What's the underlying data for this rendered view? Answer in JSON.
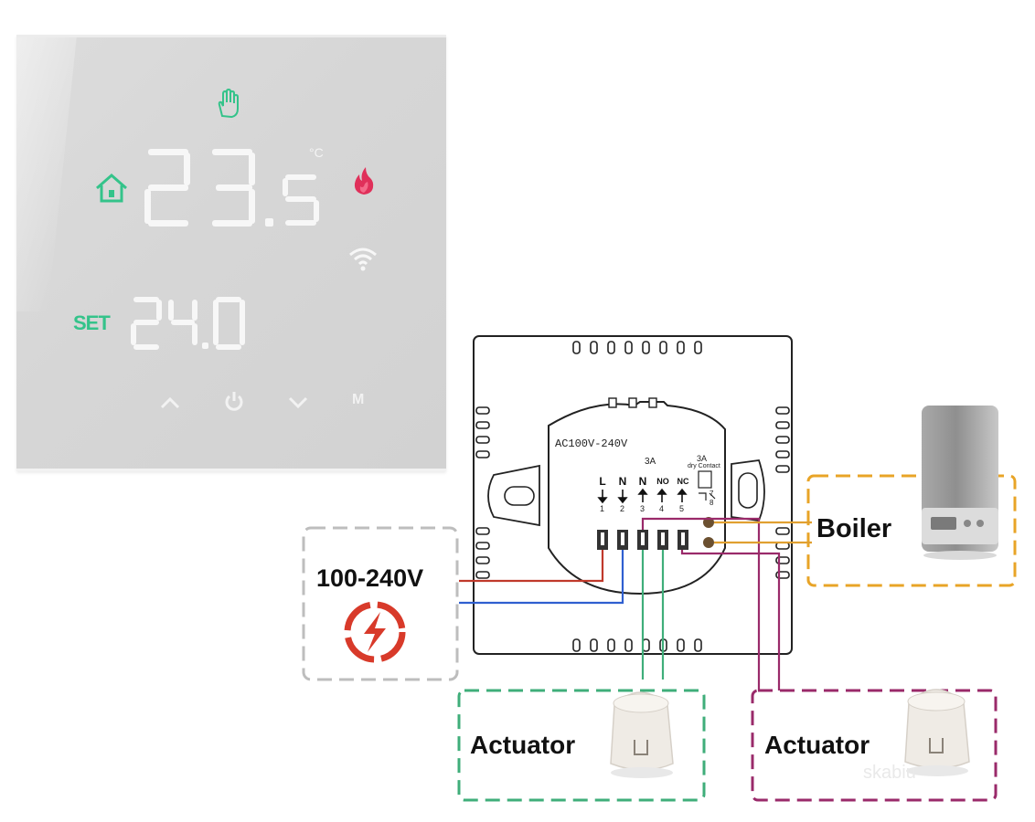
{
  "thermostat": {
    "current_temp": "23.5",
    "temp_unit": "°C",
    "set_label": "SET",
    "set_temp": "24.0",
    "mode_key": "M",
    "icons": [
      "hand-icon",
      "home-icon",
      "flame-icon",
      "wifi-icon",
      "up-arrow-icon",
      "power-icon",
      "down-arrow-icon"
    ]
  },
  "module": {
    "voltage_rating": "AC100V-240V",
    "current_rating": "3A",
    "dry_contact_rating": "3A",
    "dry_contact_label": "dry Contact",
    "terminals": [
      {
        "name": "L",
        "number": "1"
      },
      {
        "name": "N",
        "number": "2"
      },
      {
        "name": "N",
        "number": "3"
      },
      {
        "name": "NO",
        "number": "4"
      },
      {
        "name": "NC",
        "number": "5"
      }
    ],
    "dry_contact_numbers": [
      "7",
      "8"
    ]
  },
  "labels": {
    "power": "100-240V",
    "boiler": "Boiler",
    "actuator_1": "Actuator",
    "actuator_2": "Actuator",
    "watermark": "skabiu"
  },
  "colors": {
    "live_wire": "#c0392b",
    "neutral_wire": "#2f5fd0",
    "actuator_wire": "#3fae7a",
    "boiler_wire": "#e0a030",
    "second_actuator_wire": "#9a2a6a",
    "display_green": "#34c38a",
    "flame_red": "#e0305a"
  }
}
